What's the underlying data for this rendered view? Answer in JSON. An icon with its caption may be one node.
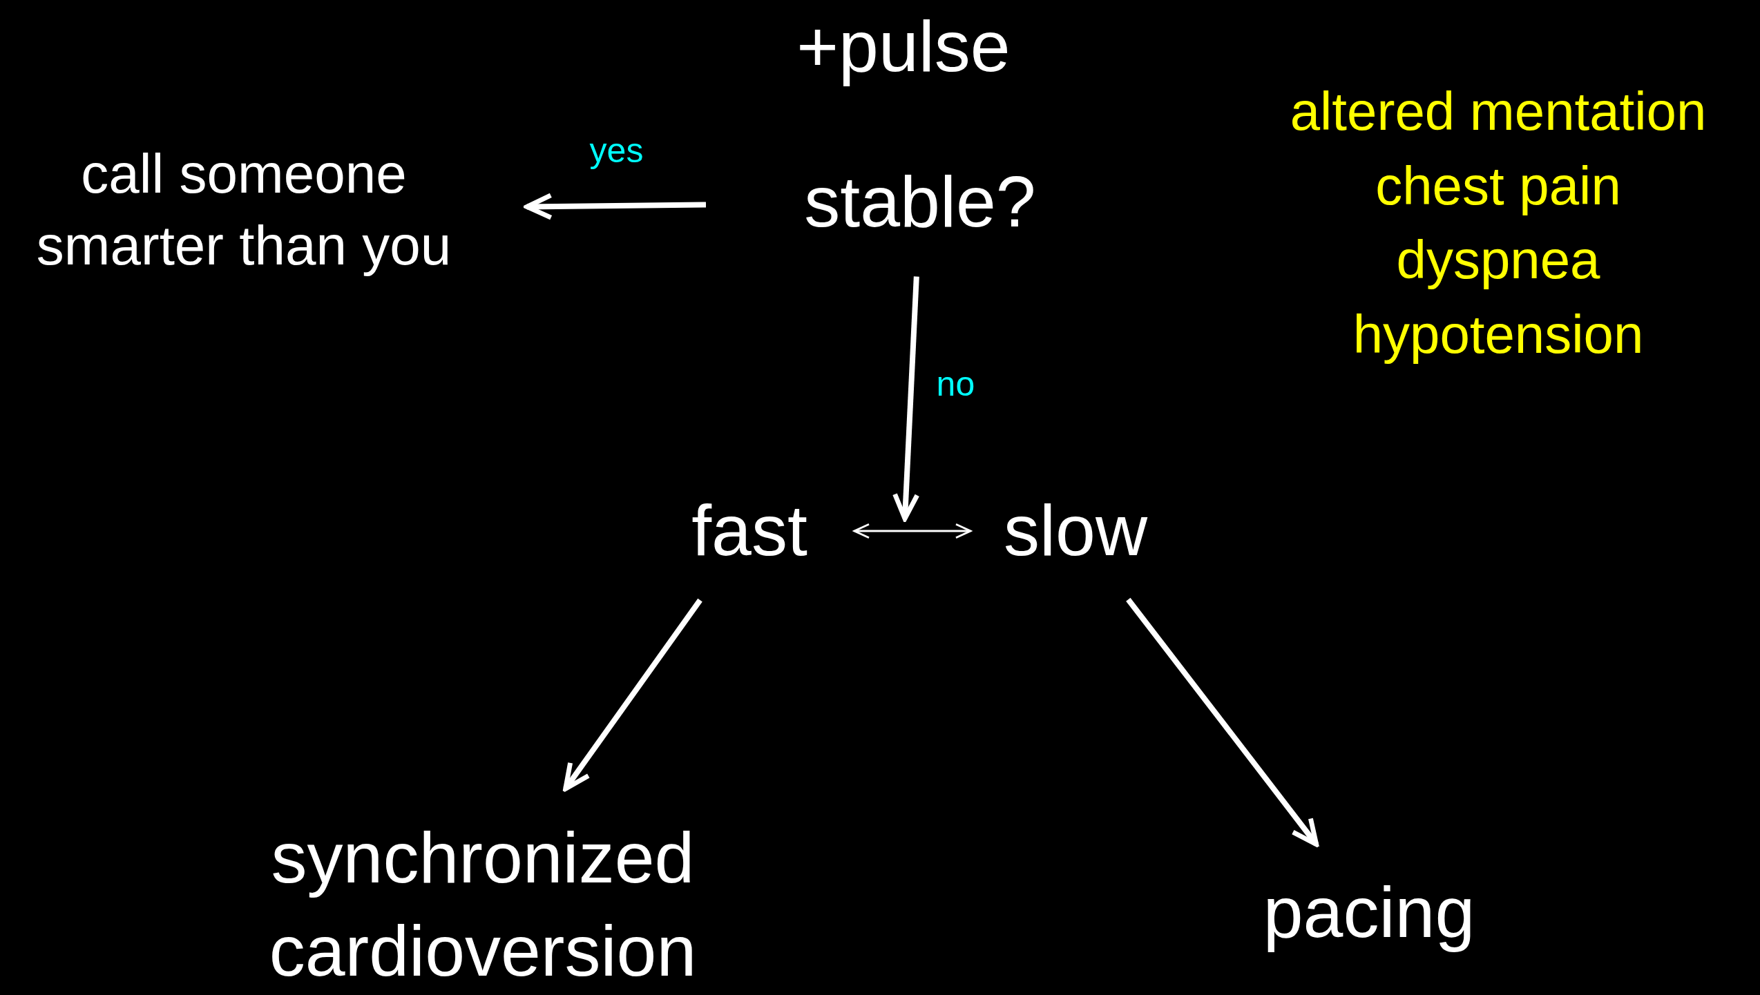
{
  "diagram": {
    "nodes": [
      {
        "text": [
          "+pulse"
        ]
      },
      {
        "text": [
          "stable?"
        ]
      },
      {
        "text": [
          "call someone smarter than you"
        ]
      },
      {
        "text": [
          "fast"
        ]
      },
      {
        "text": [
          "slow"
        ]
      },
      {
        "text": [
          "synchronized cardioversion"
        ]
      },
      {
        "text": [
          "pacing"
        ]
      }
    ],
    "edges": [
      {
        "from": 1,
        "to": 2,
        "arrow": "to",
        "label": "yes"
      },
      {
        "from": 1,
        "to": null,
        "arrow": "to",
        "label": "no"
      },
      {
        "from": 3,
        "to": 4,
        "arrow": "both"
      },
      {
        "from": 3,
        "to": 5,
        "arrow": "to"
      },
      {
        "from": 4,
        "to": 6,
        "arrow": "to"
      }
    ],
    "labels": [
      "altered mentation",
      "chest pain",
      "dyspnea",
      "hypotension"
    ]
  }
}
